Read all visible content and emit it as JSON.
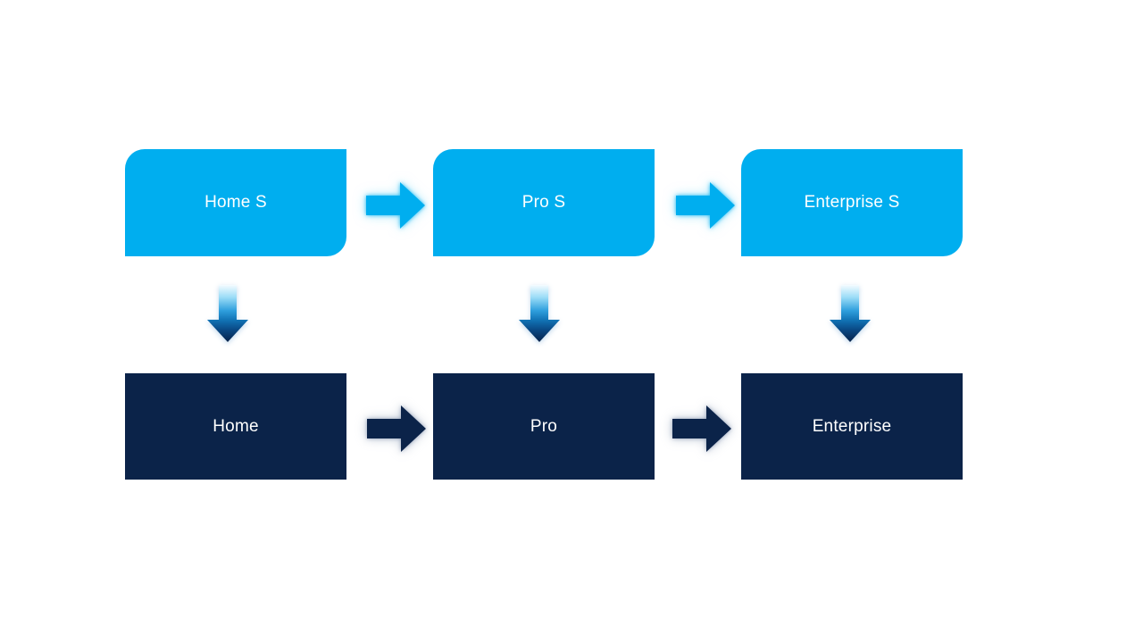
{
  "diagram": {
    "description": "Two-row upgrade flow diagram: S-mode editions on top mapping down to full editions below",
    "columns": [
      {
        "top_label": "Home S",
        "bottom_label": "Home"
      },
      {
        "top_label": "Pro S",
        "bottom_label": "Pro"
      },
      {
        "top_label": "Enterprise S",
        "bottom_label": "Enterprise"
      }
    ],
    "colors": {
      "top_box_fill": "#00aeef",
      "bottom_box_fill": "#0b2349",
      "text": "#ffffff",
      "background": "#ffffff",
      "down_arrow_gradient_top": "#f5fcff",
      "down_arrow_gradient_mid": "#2f9fdd",
      "down_arrow_gradient_bottom": "#07224a",
      "right_arrow_top_fill": "#00aeef",
      "right_arrow_bottom_fill": "#0b2349"
    }
  }
}
